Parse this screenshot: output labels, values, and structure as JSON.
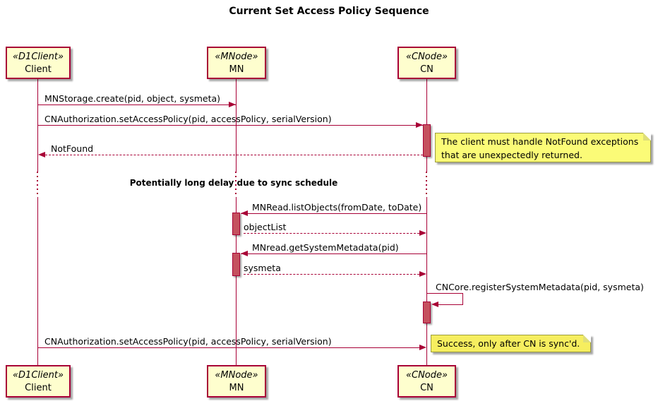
{
  "diagram": {
    "title": "Current Set Access Policy Sequence",
    "divider_text": "Potentially long delay due to sync schedule"
  },
  "participants": [
    {
      "stereotype": "«D1Client»",
      "name": "Client"
    },
    {
      "stereotype": "«MNode»",
      "name": "MN"
    },
    {
      "stereotype": "«CNode»",
      "name": "CN"
    }
  ],
  "messages": [
    {
      "label": "MNStorage.create(pid, object, sysmeta)",
      "from": "Client",
      "to": "MN",
      "style": "solid"
    },
    {
      "label": "CNAuthorization.setAccessPolicy(pid, accessPolicy, serialVersion)",
      "from": "Client",
      "to": "CN",
      "style": "solid"
    },
    {
      "label": "NotFound",
      "from": "CN",
      "to": "Client",
      "style": "dashed-return"
    },
    {
      "label": "MNRead.listObjects(fromDate, toDate)",
      "from": "CN",
      "to": "MN",
      "style": "solid"
    },
    {
      "label": "objectList",
      "from": "MN",
      "to": "CN",
      "style": "dashed-return"
    },
    {
      "label": "MNread.getSystemMetadata(pid)",
      "from": "CN",
      "to": "MN",
      "style": "solid"
    },
    {
      "label": "sysmeta",
      "from": "MN",
      "to": "CN",
      "style": "dashed-return"
    },
    {
      "label": "CNCore.registerSystemMetadata(pid, sysmeta)",
      "from": "CN",
      "to": "CN",
      "style": "self"
    },
    {
      "label": "CNAuthorization.setAccessPolicy(pid, accessPolicy, serialVersion)",
      "from": "Client",
      "to": "CN",
      "style": "solid"
    }
  ],
  "notes": [
    {
      "line1": "The client must handle NotFound exceptions",
      "line2": "that are unexpectedly returned."
    },
    {
      "line1": "Success, only after CN is sync'd."
    }
  ],
  "colors": {
    "accent": "#A80036",
    "participant_fill": "#FEFECE",
    "note_fill": "#FBFB77",
    "activation_fill": "#C5515F"
  }
}
